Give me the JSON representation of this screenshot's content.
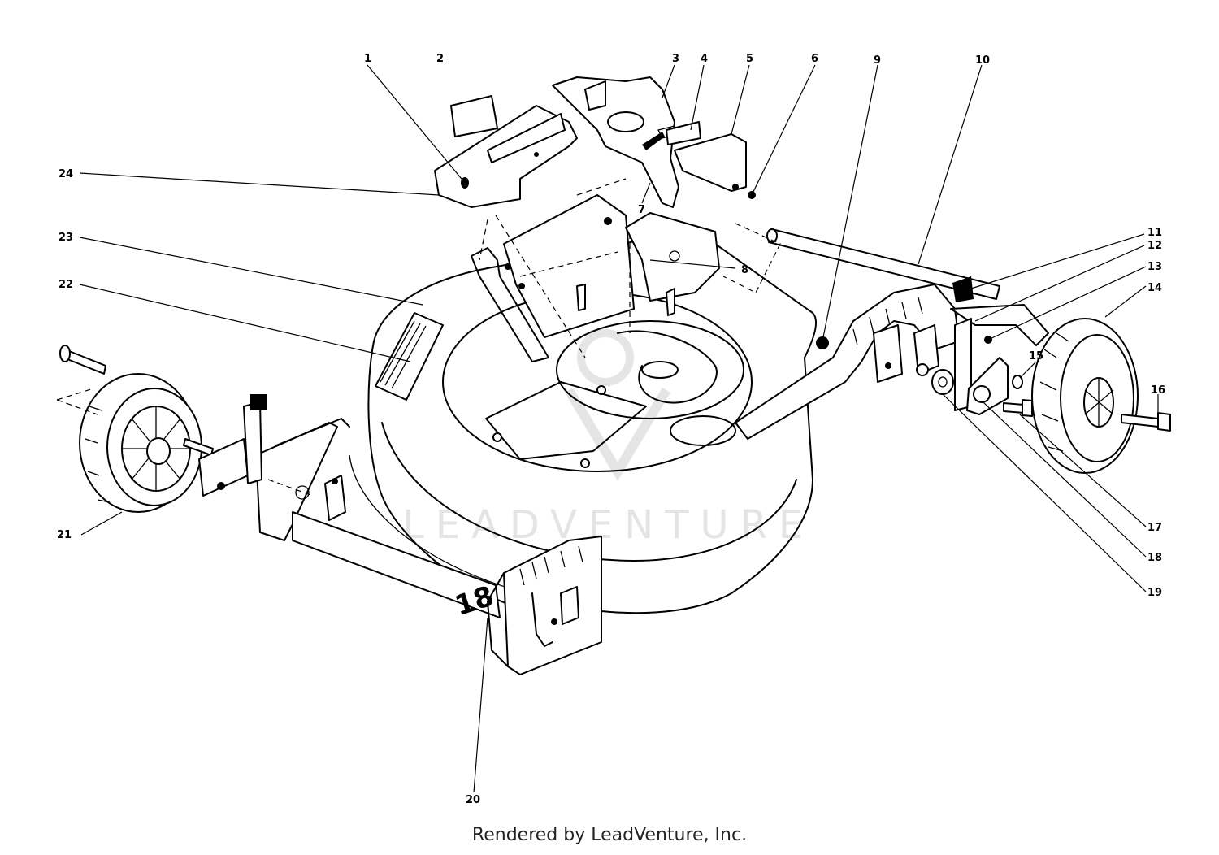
{
  "diagram": {
    "callouts": [
      "1",
      "2",
      "3",
      "4",
      "5",
      "6",
      "7",
      "8",
      "9",
      "10",
      "11",
      "12",
      "13",
      "14",
      "15",
      "16",
      "17",
      "18",
      "19",
      "20",
      "21",
      "22",
      "23",
      "24"
    ],
    "deck_size_label": "18",
    "watermark": "LEADVENTURE"
  },
  "footer": {
    "text": "Rendered by LeadVenture, Inc."
  }
}
